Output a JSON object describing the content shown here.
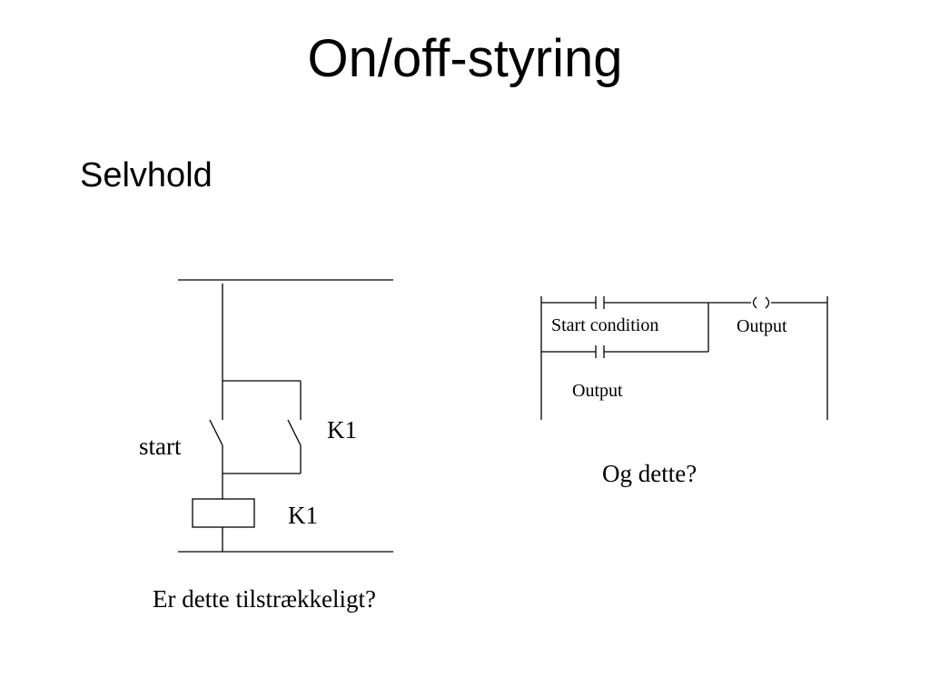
{
  "slide": {
    "title": "On/off-styring",
    "subtitle": "Selvhold"
  },
  "relay_circuit": {
    "start_label": "start",
    "contact_label": "K1",
    "coil_label": "K1",
    "question": "Er dette tilstrækkeligt?"
  },
  "ladder_diagram": {
    "start_contact_label": "Start condition",
    "output_coil_label": "Output",
    "holding_contact_label": "Output",
    "question": "Og dette?"
  }
}
